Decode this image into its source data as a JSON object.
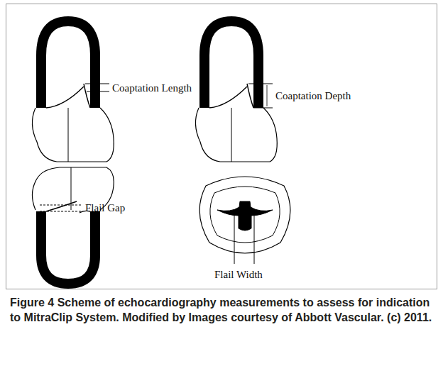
{
  "diagram": {
    "caption": "Figure 4 Scheme of echocardiography measurements to assess for indication to MitraClip System. Modified by Images courtesy of Abbott Vascular. (c) 2011.",
    "labels": [
      "Coaptation Length",
      "Coaptation Depth",
      "Flail Gap",
      "Flail Width"
    ]
  }
}
